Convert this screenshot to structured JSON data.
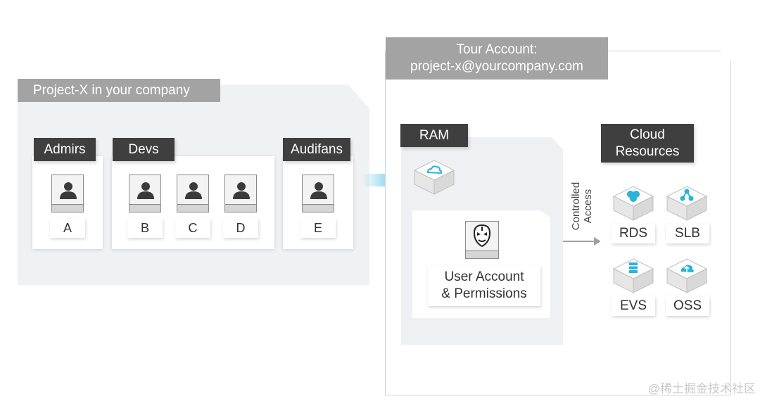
{
  "company": {
    "title": "Project-X in your company",
    "groups": [
      {
        "name": "Admirs",
        "members": [
          "A"
        ]
      },
      {
        "name": "Devs",
        "members": [
          "B",
          "C",
          "D"
        ]
      },
      {
        "name": "Audifans",
        "members": [
          "E"
        ]
      }
    ]
  },
  "account": {
    "title_line1": "Tour Account:",
    "title_line2": "project-x@yourcompany.com"
  },
  "ram": {
    "title": "RAM",
    "user_line1": "User Account",
    "user_line2": "& Permissions"
  },
  "arrow": {
    "line1": "Controlled",
    "line2": "Access"
  },
  "cloud": {
    "title_line1": "Cloud",
    "title_line2": "Resources",
    "resources": [
      "RDS",
      "SLB",
      "EVS",
      "OSS"
    ]
  },
  "watermark": "@稀土掘金技术社区",
  "colors": {
    "accent": "#29b3d6",
    "label_dark": "#3f3f3f",
    "label_grey": "#a3a3a3"
  }
}
